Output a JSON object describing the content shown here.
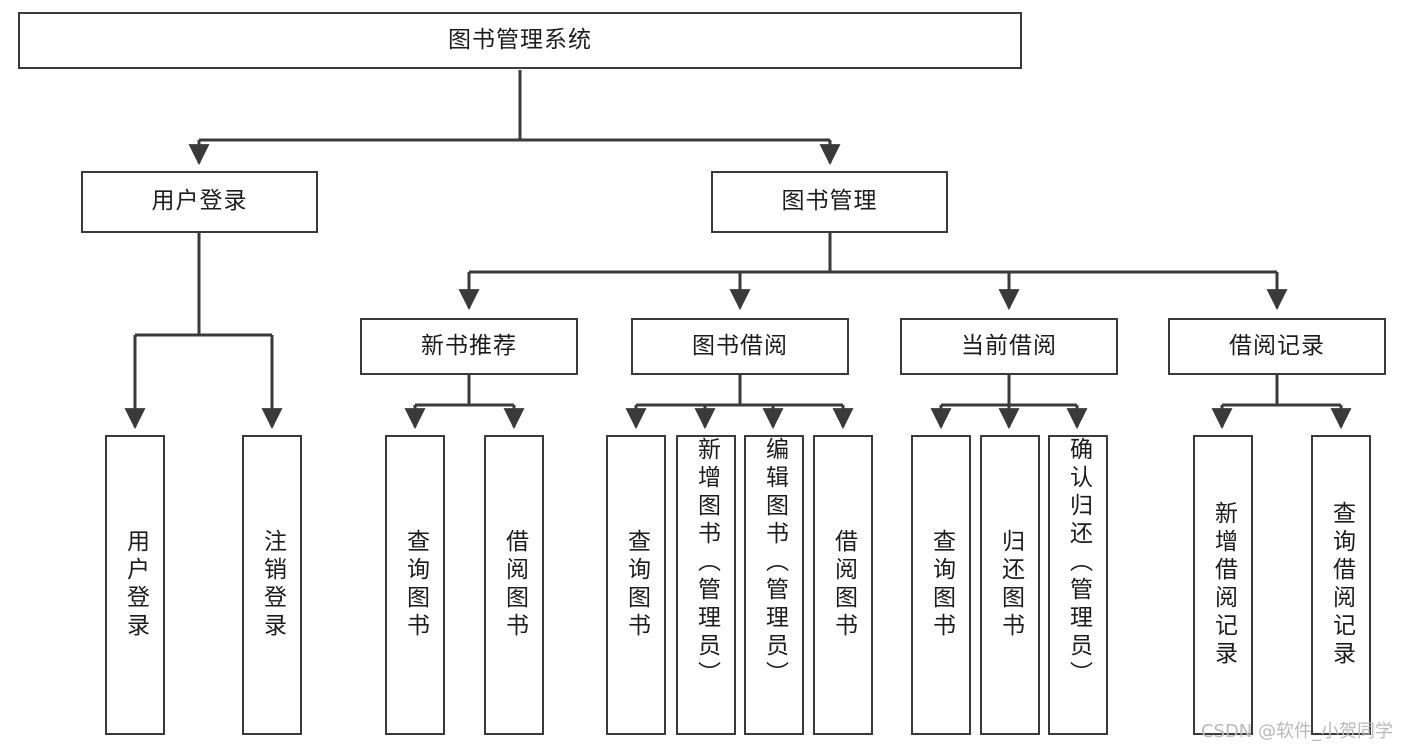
{
  "diagram": {
    "type": "tree",
    "title": "图书管理系统",
    "style": {
      "background": "#ffffff",
      "line_color": "#3a3a3a",
      "box_border": "#3a3a3a",
      "text_color": "#1c1c1c",
      "watermark_color": "#b9b9b9"
    },
    "root": {
      "label": "图书管理系统"
    },
    "level2": [
      {
        "label": "用户登录"
      },
      {
        "label": "图书管理"
      }
    ],
    "level3": [
      {
        "label": "新书推荐"
      },
      {
        "label": "图书借阅"
      },
      {
        "label": "当前借阅"
      },
      {
        "label": "借阅记录"
      }
    ],
    "leaves": {
      "user_login": [
        {
          "label": "用户登录"
        },
        {
          "label": "注销登录"
        }
      ],
      "new_book_recommend": [
        {
          "label": "查询图书"
        },
        {
          "label": "借阅图书"
        }
      ],
      "book_borrow": [
        {
          "label": "查询图书"
        },
        {
          "label": "新增图书（管理员）"
        },
        {
          "label": "编辑图书（管理员）"
        },
        {
          "label": "借阅图书"
        }
      ],
      "current_borrow": [
        {
          "label": "查询图书"
        },
        {
          "label": "归还图书"
        },
        {
          "label": "确认归还（管理员）"
        }
      ],
      "borrow_record": [
        {
          "label": "新增借阅记录"
        },
        {
          "label": "查询借阅记录"
        }
      ]
    }
  },
  "watermark": {
    "text": "CSDN @软件_小贺同学"
  }
}
